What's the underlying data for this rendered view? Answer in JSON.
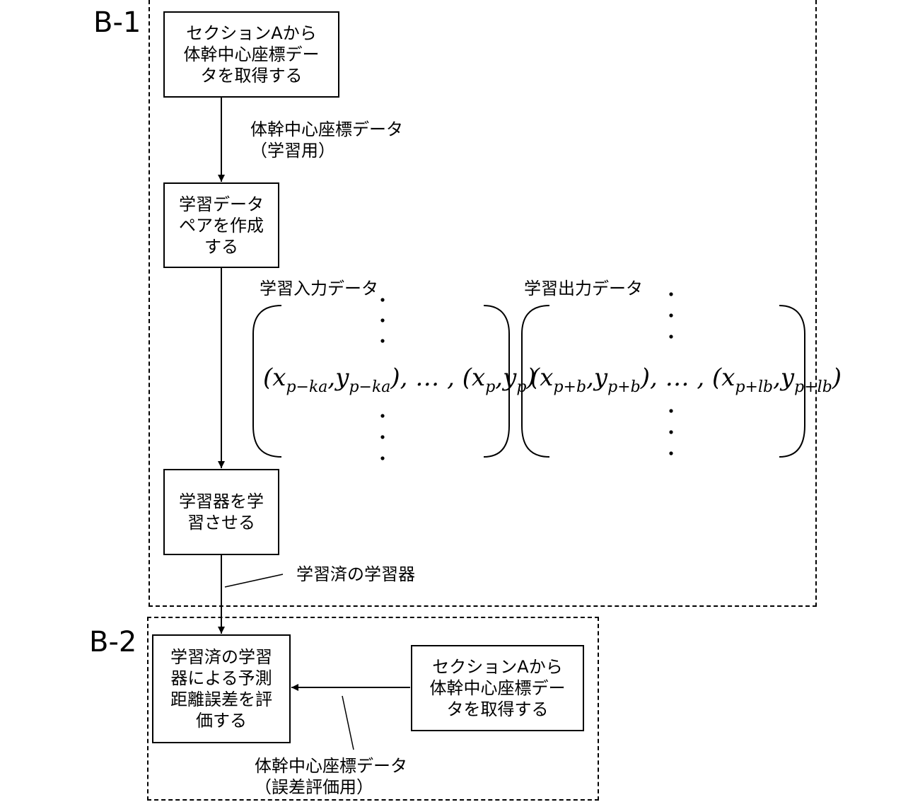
{
  "sections": {
    "b1": {
      "label": "B-1"
    },
    "b2": {
      "label": "B-2"
    }
  },
  "b1": {
    "get_data_box": {
      "line1": "セクションAから",
      "line2": "体幹中心座標デー",
      "line3": "タを取得する"
    },
    "arrow1_label": {
      "line1": "体幹中心座標データ",
      "line2": "（学習用）"
    },
    "make_pairs_box": {
      "line1": "学習データ",
      "line2": "ペアを作成",
      "line3": "する"
    },
    "input_label": "学習入力データ",
    "output_label": "学習出力データ",
    "input_tuple": {
      "open": "(",
      "x1": "x",
      "x1_sub": "p−ka",
      "comma1": ",",
      "y1": "y",
      "y1_sub": "p−ka",
      "mid": "), … , (",
      "x2": "x",
      "x2_sub": "p",
      "comma2": ",",
      "y2": "y",
      "y2_sub": "p",
      "close": ")"
    },
    "output_tuple": {
      "open": "(",
      "x1": "x",
      "x1_sub": "p+b",
      "comma1": ",",
      "y1": "y",
      "y1_sub": "p+b",
      "mid": "), … , (",
      "x2": "x",
      "x2_sub": "p+lb",
      "comma2": ",",
      "y2": "y",
      "y2_sub": "p+lb",
      "close": ")"
    },
    "train_box": {
      "line1": "学習器を学",
      "line2": "習させる"
    },
    "trained_label": "学習済の学習器"
  },
  "b2": {
    "eval_box": {
      "line1": "学習済の学習",
      "line2": "器による予測",
      "line3": "距離誤差を評",
      "line4": "価する"
    },
    "get_data_box": {
      "line1": "セクションAから",
      "line2": "体幹中心座標デー",
      "line3": "タを取得する"
    },
    "arrow_label": {
      "line1": "体幹中心座標データ",
      "line2": "（誤差評価用）"
    }
  }
}
